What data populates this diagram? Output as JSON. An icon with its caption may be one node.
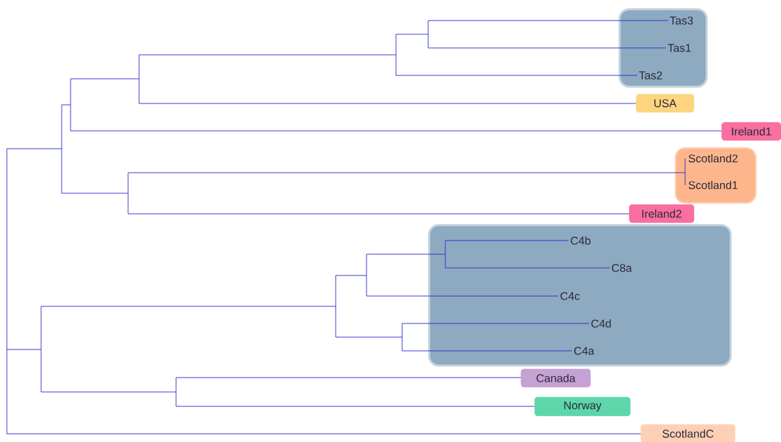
{
  "diagram": {
    "nodes": [
      {
        "text": [],
        "shape": "box"
      },
      {
        "text": [
          "Tas3"
        ],
        "in": 0
      },
      {
        "text": [
          "Tas1"
        ],
        "in": 0
      },
      {
        "text": [
          "Tas2"
        ],
        "in": 0
      },
      {
        "text": [
          "USA"
        ]
      },
      {
        "text": [
          "Ireland1"
        ]
      },
      {
        "text": [],
        "shape": "box"
      },
      {
        "text": [
          "Scotland2"
        ],
        "in": 6
      },
      {
        "text": [
          "Scotland1"
        ],
        "in": 6
      },
      {
        "text": [
          "Ireland2"
        ]
      },
      {
        "text": [],
        "shape": "box"
      },
      {
        "text": [
          "C4b"
        ],
        "in": 10
      },
      {
        "text": [
          "C8a"
        ],
        "in": 10
      },
      {
        "text": [
          "C4c"
        ],
        "in": 10
      },
      {
        "text": [
          "C4d"
        ],
        "in": 10
      },
      {
        "text": [
          "C4a"
        ],
        "in": 10
      },
      {
        "text": [
          "Canada"
        ]
      },
      {
        "text": [
          "Norway"
        ]
      },
      {
        "text": [
          "ScotlandC"
        ]
      }
    ]
  }
}
